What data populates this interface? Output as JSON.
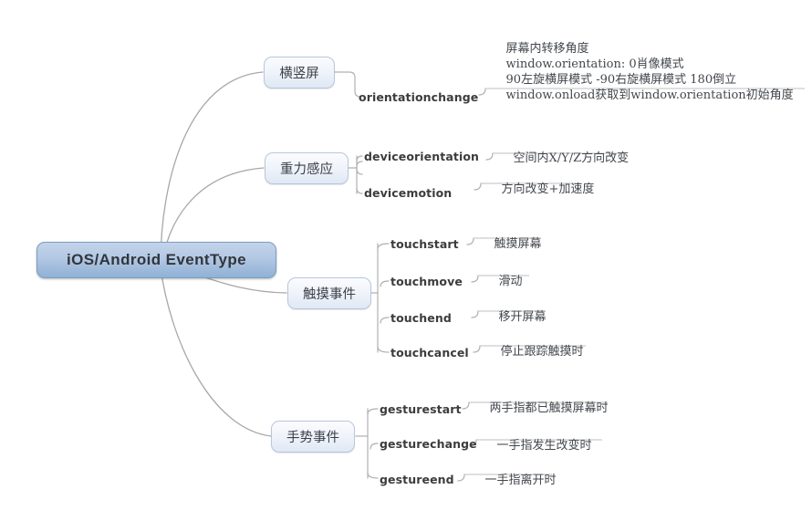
{
  "diagram": {
    "title": "iOS/Android EventType",
    "background": "#ffffff",
    "accent": "#8fb0d6",
    "line_color": "#a8a8a8",
    "root": {
      "label": "iOS/Android EventType"
    },
    "branches": [
      {
        "name": "orientation",
        "label": "横竖屏",
        "events": [
          {
            "label": "orientationchange",
            "annotation": "屏幕内转移角度\nwindow.orientation: 0肖像模式\n90左旋横屏模式 -90右旋横屏模式 180倒立\nwindow.onload获取到window.orientation初始角度"
          }
        ]
      },
      {
        "name": "gravity",
        "label": "重力感应",
        "events": [
          {
            "label": "deviceorientation",
            "annotation": "空间内X/Y/Z方向改变"
          },
          {
            "label": "devicemotion",
            "annotation": "方向改变+加速度"
          }
        ]
      },
      {
        "name": "touch",
        "label": "触摸事件",
        "events": [
          {
            "label": "touchstart",
            "annotation": "触摸屏幕"
          },
          {
            "label": "touchmove",
            "annotation": "滑动"
          },
          {
            "label": "touchend",
            "annotation": "移开屏幕"
          },
          {
            "label": "touchcancel",
            "annotation": "停止跟踪触摸时"
          }
        ]
      },
      {
        "name": "gesture",
        "label": "手势事件",
        "events": [
          {
            "label": "gesturestart",
            "annotation": "两手指都已触摸屏幕时"
          },
          {
            "label": "gesturechange",
            "annotation": "一手指发生改变时"
          },
          {
            "label": "gestureend",
            "annotation": "一手指离开时"
          }
        ]
      }
    ]
  }
}
